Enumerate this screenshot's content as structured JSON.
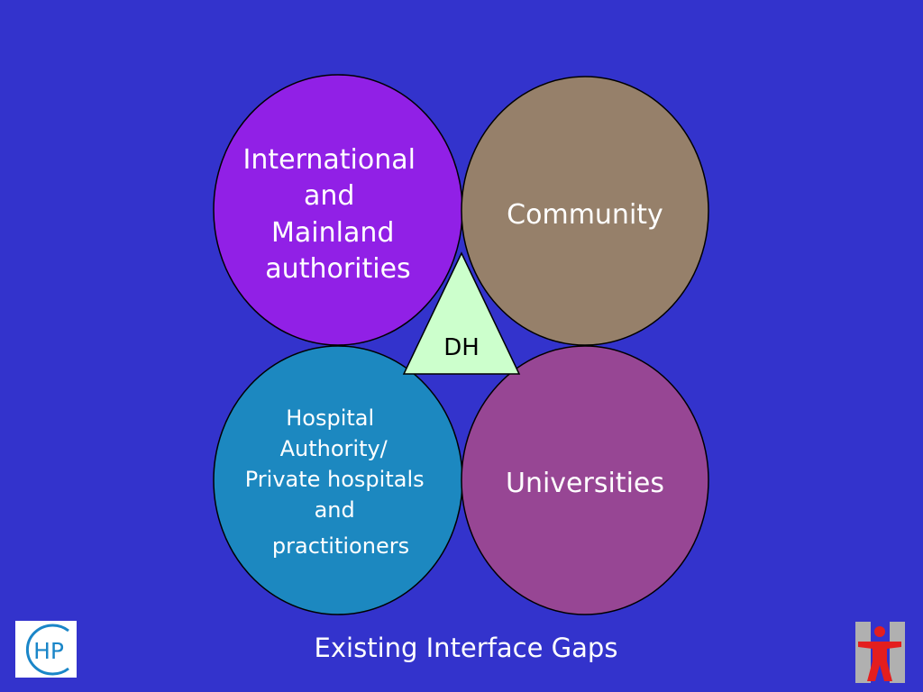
{
  "colors": {
    "background": "#3333cc",
    "circle_international": "#9120e6",
    "circle_community": "#96806a",
    "circle_hospital": "#1c88c0",
    "circle_universities": "#974694",
    "triangle_dh": "#ccffcc",
    "text_light": "#ffffff",
    "text_dark": "#000000",
    "chp_logo_blue": "#1a86c8",
    "dh_logo_grey": "#b0b0b0",
    "dh_logo_red": "#e41e1e"
  },
  "nodes": {
    "international": {
      "lines": [
        "International",
        "and",
        "Mainland",
        "authorities"
      ]
    },
    "community": {
      "label": "Community"
    },
    "hospital": {
      "lines": [
        "Hospital",
        "Authority/",
        "Private hospitals",
        "and",
        "practitioners"
      ]
    },
    "universities": {
      "label": "Universities"
    },
    "dh": {
      "label": "DH"
    }
  },
  "footer": {
    "title": "Existing Interface Gaps"
  },
  "logos": {
    "chp": {
      "icon": "chp-logo",
      "text": "HP"
    },
    "dh": {
      "icon": "department-of-health-logo"
    }
  }
}
